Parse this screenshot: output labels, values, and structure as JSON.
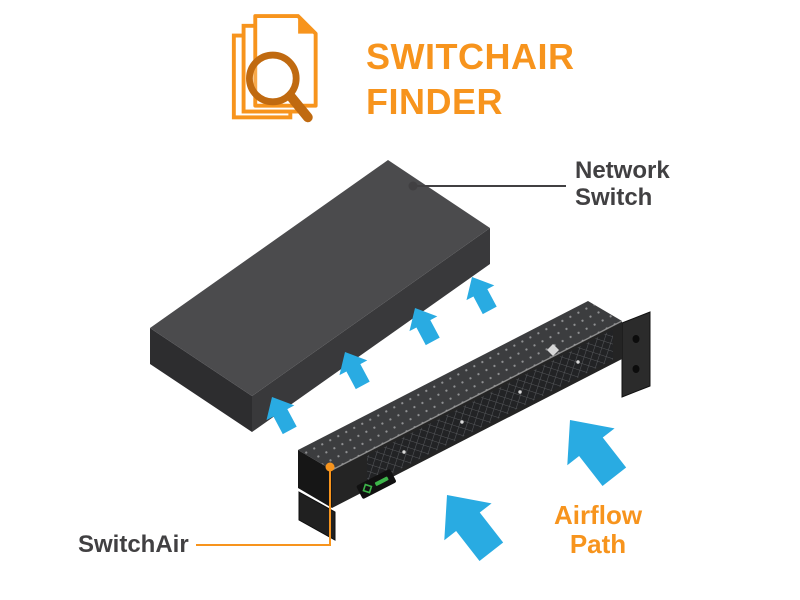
{
  "header": {
    "title_line1": "SWITCHAIR",
    "title_line2": "FINDER"
  },
  "labels": {
    "network_switch_line1": "Network",
    "network_switch_line2": "Switch",
    "switchair": "SwitchAir",
    "airflow_line1": "Airflow",
    "airflow_line2": "Path"
  },
  "diagram": {
    "objects": [
      "network-switch-slab",
      "switchair-rack-unit"
    ],
    "small_airflow_arrows": 4,
    "large_airflow_arrows": 2,
    "arrow_direction": "up-left"
  },
  "colors": {
    "accent_orange": "#F7941D",
    "magnifier_rim": "#C06A10",
    "arrow_blue": "#29ABE2",
    "label_dark": "#414042",
    "switch_top_gray": "#4B4B4D"
  }
}
